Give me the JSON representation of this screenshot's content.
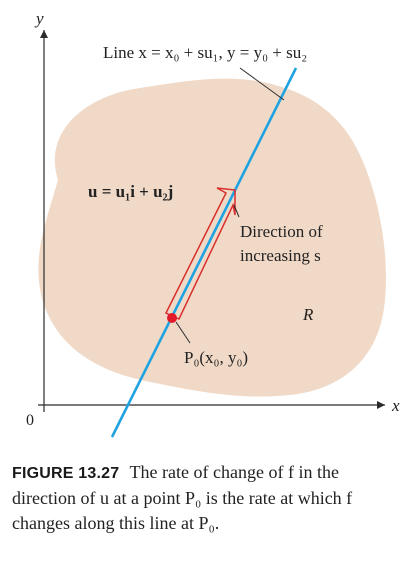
{
  "figure": {
    "axes": {
      "y_label": "y",
      "x_label": "x",
      "origin_label": "0"
    },
    "line_label": "Line x = x₀ + su₁, y = y₀ + su₂",
    "vector_label": "u = u₁i + u₂j",
    "direction_label_line1": "Direction of",
    "direction_label_line2": "increasing s",
    "region_label": "R",
    "point_label": "P₀(x₀, y₀)",
    "colors": {
      "region_fill": "#f1d9c7",
      "line": "#1fa3e0",
      "arrow": "#d9302e",
      "point": "#e21b2a",
      "axes": "#2b2b2b"
    }
  },
  "caption": {
    "label": "FIGURE 13.27",
    "text": "The rate of change of f in the direction of u at a point P₀ is the rate at which f changes along this line at P₀."
  }
}
